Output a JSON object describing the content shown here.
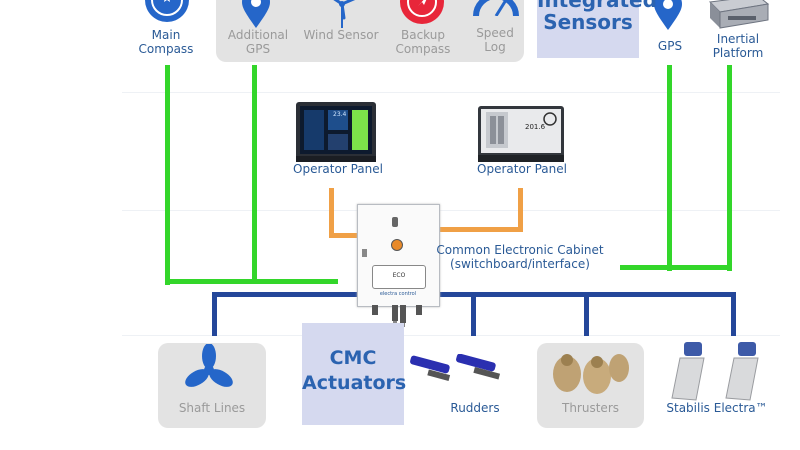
{
  "sensors_top": {
    "main_compass": {
      "line1": "Main",
      "line2": "Compass"
    },
    "additional_gps": {
      "line1": "Additional",
      "line2": "GPS"
    },
    "wind_sensor": {
      "line1": "Wind Sensor"
    },
    "backup_compass": {
      "line1": "Backup",
      "line2": "Compass"
    },
    "speed_log": {
      "line1": "Speed",
      "line2": "Log"
    },
    "integrated_sensors": {
      "line1": "Integrated",
      "line2": "Sensors"
    },
    "gps": {
      "line1": "GPS"
    },
    "inertial_platform": {
      "line1": "Inertial",
      "line2": "Platform"
    }
  },
  "panels": {
    "left": {
      "label": "Operator Panel",
      "readout": "23.4"
    },
    "right": {
      "label": "Operator Panel",
      "readout": "201.6"
    }
  },
  "cabinet": {
    "line1": "Common Electronic Cabinet",
    "line2": "(switchboard/interface)",
    "screen_text": "ECO",
    "brand": "electra control"
  },
  "actuators": {
    "shaft_lines": "Shaft Lines",
    "cmc_line1": "CMC",
    "cmc_line2": "Actuators",
    "rudders": "Rudders",
    "thrusters": "Thrusters",
    "stabilis": "Stabilis Electra™"
  },
  "colors": {
    "sensor_bus": "#33d62a",
    "panel_link": "#f0a046",
    "actuator_bus": "#24479a",
    "label_text": "#2a5a96",
    "grey_box": "#e3e3e3",
    "lavender_box": "#d5d9ef"
  }
}
